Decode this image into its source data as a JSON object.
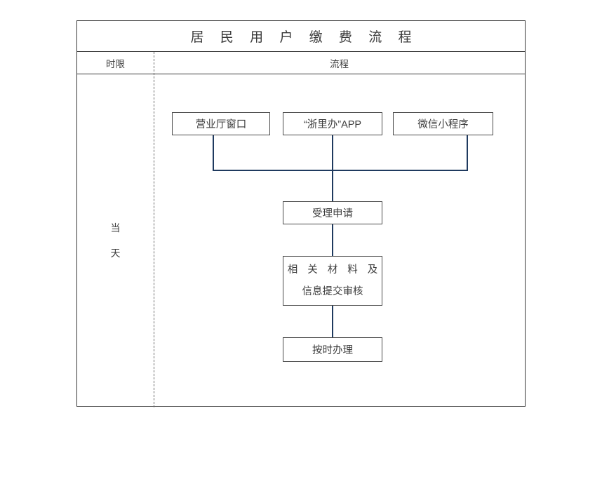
{
  "document": {
    "title": "居 民 用 户 缴 费 流 程",
    "title_plain": "居民用户缴费流程"
  },
  "table": {
    "headers": {
      "time_limit": "时限",
      "process": "流程"
    },
    "time_limit_value": {
      "line1": "当",
      "line2": "天"
    }
  },
  "flow": {
    "channels": [
      {
        "id": "hall",
        "label": "营业厅窗口"
      },
      {
        "id": "app",
        "label": "“浙里办”APP"
      },
      {
        "id": "wechat",
        "label": "微信小程序"
      }
    ],
    "steps": [
      {
        "id": "accept",
        "label": "受理申请"
      },
      {
        "id": "submit",
        "line1": "相 关 材 料 及",
        "line2": "信息提交审核"
      },
      {
        "id": "handle",
        "label": "按时办理"
      }
    ]
  },
  "colors": {
    "border": "#3a3a3a",
    "node_border": "#4a4a4a",
    "connector": "#1f3a5f",
    "text": "#3c3c3c",
    "divider_dashed": "#6b6b6b",
    "background": "#ffffff"
  }
}
